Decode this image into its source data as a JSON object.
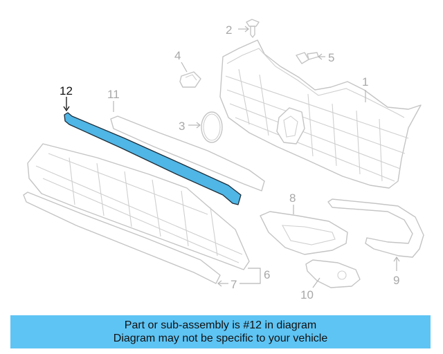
{
  "callouts": {
    "c1": "1",
    "c2": "2",
    "c3": "3",
    "c4": "4",
    "c5": "5",
    "c6": "6",
    "c7": "7",
    "c8": "8",
    "c9": "9",
    "c10": "10",
    "c11": "11",
    "c12": "12"
  },
  "highlighted_part": "12",
  "banner": {
    "line1": "Part or sub-assembly is #12 in diagram",
    "line2": "Diagram may not be specific to your vehicle"
  },
  "colors": {
    "highlight": "#4fb6e6",
    "banner_background": "#5ec4f4",
    "part_outline": "#c4c4c4"
  }
}
